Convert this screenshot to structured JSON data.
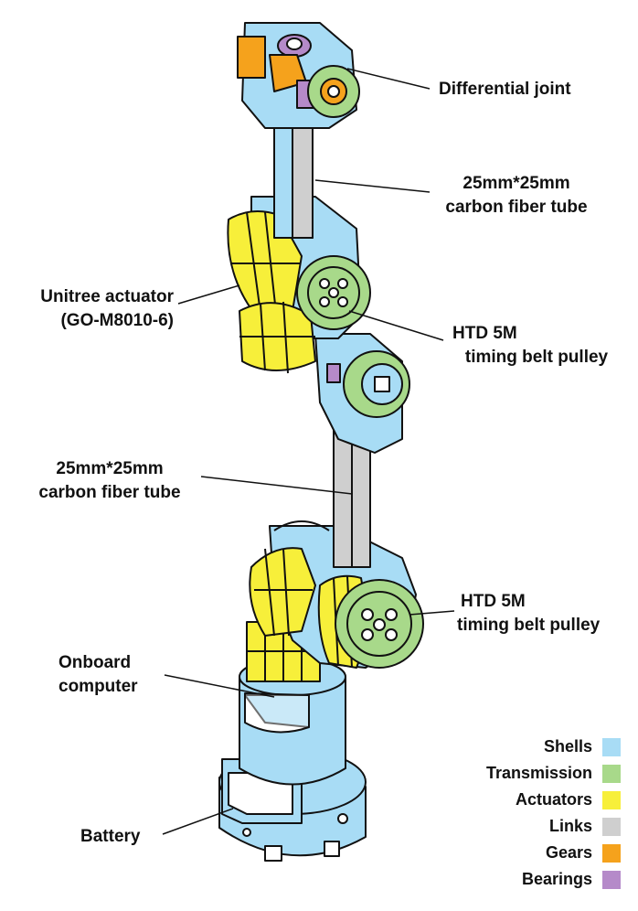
{
  "labels": {
    "differential_joint": "Differential joint",
    "tube_top_line1": "25mm*25mm",
    "tube_top_line2": "carbon fiber tube",
    "actuator_line1": "Unitree actuator",
    "actuator_line2": "(GO-M8010-6)",
    "pulley_upper_line1": "HTD 5M",
    "pulley_upper_line2": "timing belt pulley",
    "tube_mid_line1": "25mm*25mm",
    "tube_mid_line2": "carbon fiber tube",
    "pulley_lower_line1": "HTD 5M",
    "pulley_lower_line2": "timing belt pulley",
    "computer_line1": "Onboard",
    "computer_line2": "computer",
    "battery": "Battery"
  },
  "legend": [
    {
      "label": "Shells",
      "color": "#a8dcf5"
    },
    {
      "label": "Transmission",
      "color": "#a8d98a"
    },
    {
      "label": "Actuators",
      "color": "#f7ef3a"
    },
    {
      "label": "Links",
      "color": "#cfcfcf"
    },
    {
      "label": "Gears",
      "color": "#f5a21c"
    },
    {
      "label": "Bearings",
      "color": "#b58ac9"
    }
  ]
}
